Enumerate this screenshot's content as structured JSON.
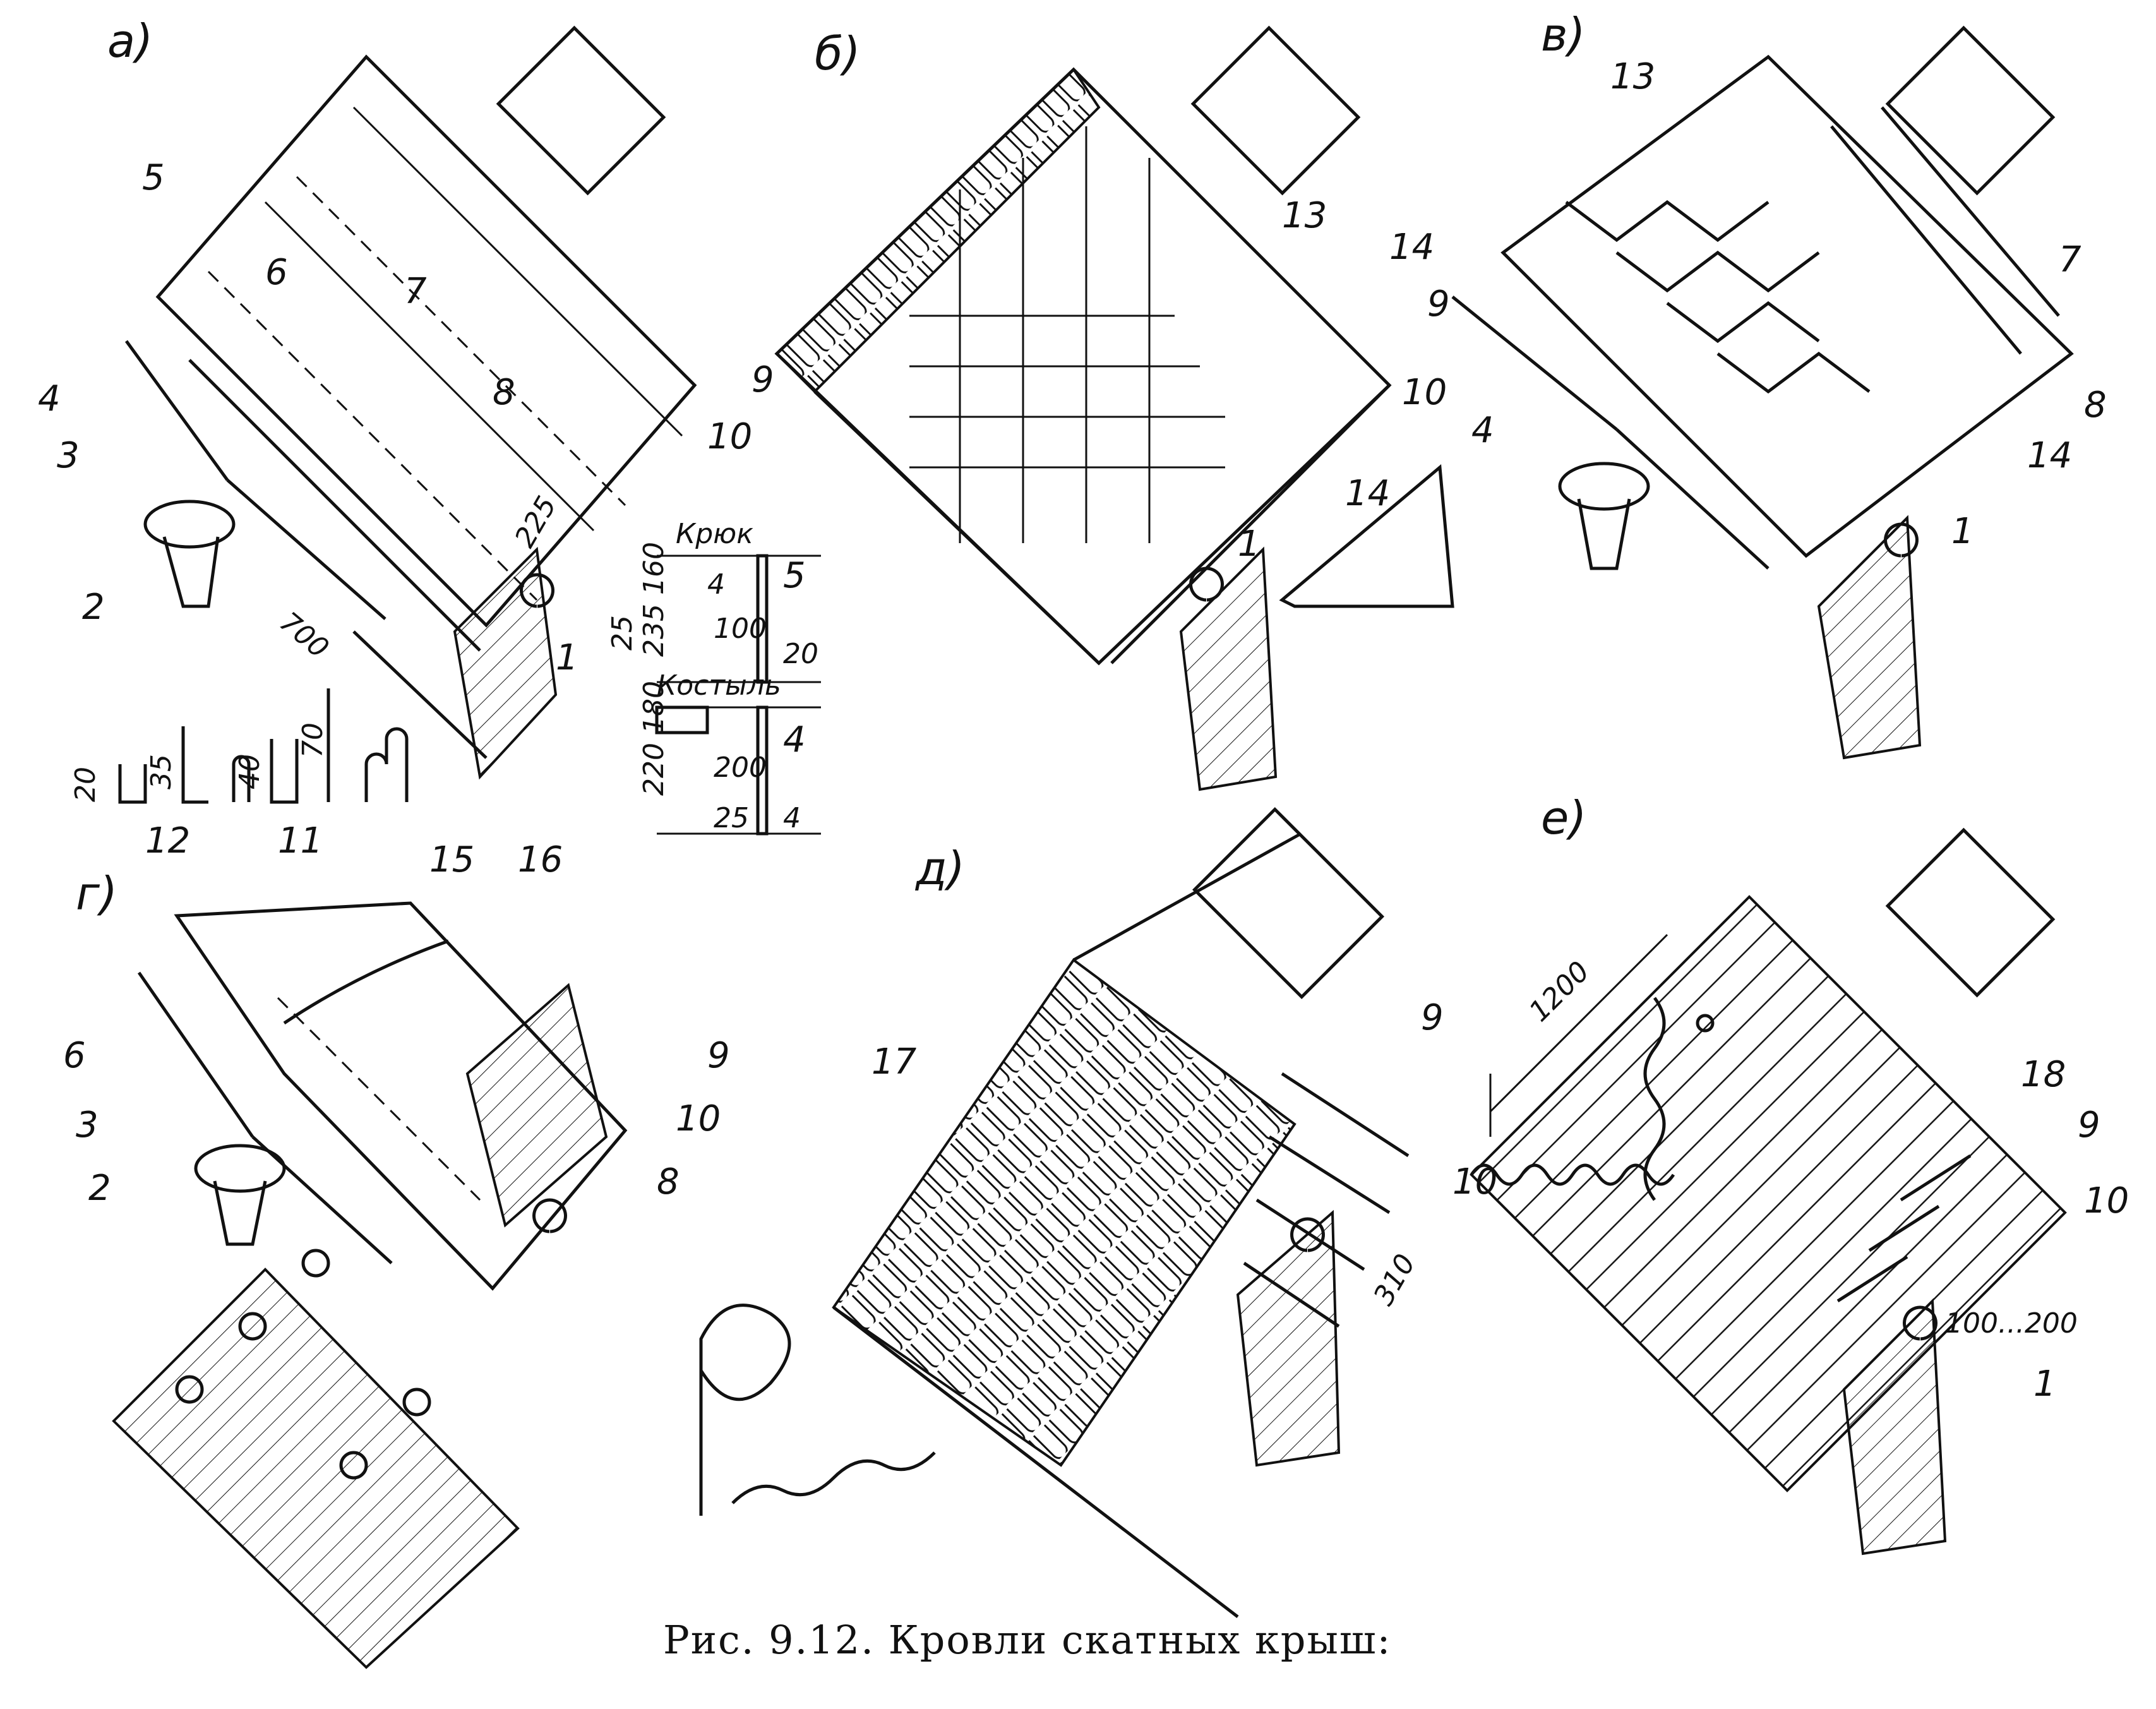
{
  "panels": {
    "a": "а)",
    "b": "б)",
    "v": "в)",
    "g": "г)",
    "d": "д)",
    "e": "е)"
  },
  "callouts": {
    "n1": "1",
    "n2": "2",
    "n3": "3",
    "n4": "4",
    "n5": "5",
    "n6": "6",
    "n7": "7",
    "n8": "8",
    "n9": "9",
    "n10": "10",
    "n11": "11",
    "n12": "12",
    "n13": "13",
    "n14": "14",
    "n15": "15",
    "n16": "16",
    "n17": "17",
    "n18": "18"
  },
  "details": {
    "hook_title": "Крюк",
    "crutch_title": "Костыль"
  },
  "dimensions": {
    "d225": "225",
    "d700": "700",
    "d20": "20",
    "d35": "35",
    "d40": "40",
    "d70": "70",
    "d25": "25",
    "d235_160": "235 160",
    "d4": "4",
    "d100": "100",
    "d220_180": "220 180",
    "d200": "200",
    "d310": "310",
    "d1200": "1200",
    "d100_200": "100...200"
  },
  "caption": "Рис. 9.12.   Кровли скатных крыш:"
}
